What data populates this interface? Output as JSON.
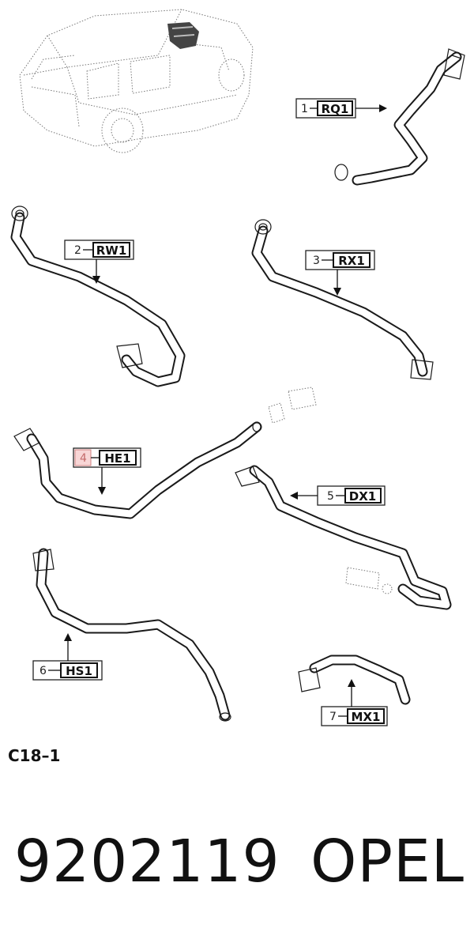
{
  "diagram": {
    "callouts": [
      {
        "num": "1",
        "code": "RQ1",
        "highlight": false
      },
      {
        "num": "2",
        "code": "RW1",
        "highlight": false
      },
      {
        "num": "3",
        "code": "RX1",
        "highlight": false
      },
      {
        "num": "4",
        "code": "HE1",
        "highlight": true
      },
      {
        "num": "5",
        "code": "DX1",
        "highlight": false
      },
      {
        "num": "6",
        "code": "HS1",
        "highlight": false
      },
      {
        "num": "7",
        "code": "MX1",
        "highlight": false
      }
    ],
    "drawing_code": "C18–1"
  },
  "footer": {
    "part_number": "9202119",
    "brand": "OPEL"
  }
}
